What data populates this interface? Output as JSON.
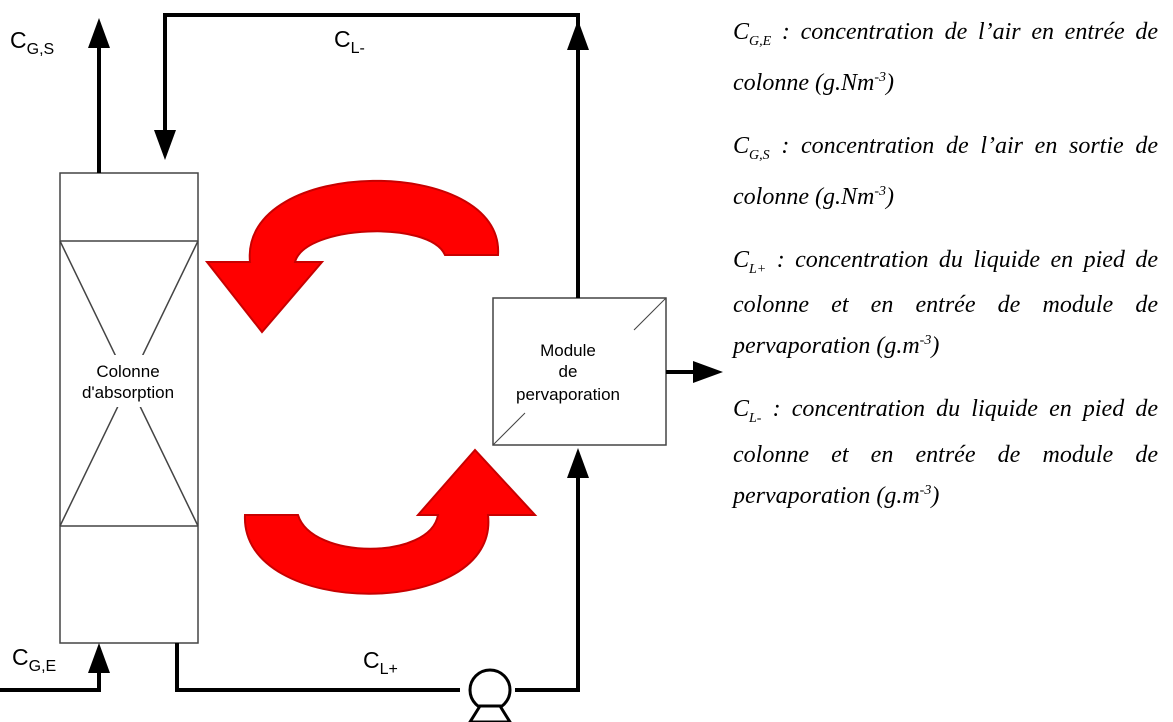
{
  "labels": {
    "cgs": {
      "main": "C",
      "sub": "G,S"
    },
    "cl_minus": {
      "main": "C",
      "sub": "L-"
    },
    "cge": {
      "main": "C",
      "sub": "G,E"
    },
    "cl_plus": {
      "main": "C",
      "sub": "L+"
    }
  },
  "column": {
    "line1": "Colonne",
    "line2": "d'absorption"
  },
  "module": {
    "line1": "Module",
    "line2": "de",
    "line3": "pervaporation"
  },
  "legend": [
    {
      "sym": "C",
      "sub": "G,E",
      "sep": " : ",
      "text": "concentration de l’air en entrée de colonne (g.Nm",
      "sup": "-3",
      "tail": ")"
    },
    {
      "sym": "C",
      "sub": "G,S",
      "sep": " : ",
      "text": "concentration de l’air en sortie de colonne (g.Nm",
      "sup": "-3",
      "tail": ")"
    },
    {
      "sym": "C",
      "sub": "L+",
      "sep": " : ",
      "text": "concentration du liquide en pied de colonne et en entrée de module de pervaporation (g.m",
      "sup": "-3",
      "tail": ")"
    },
    {
      "sym": "C",
      "sub": "L-",
      "sep": " : ",
      "text": "concentration du liquide en pied de colonne et en entrée de module de pervaporation (g.m",
      "sup": "-3",
      "tail": ")"
    }
  ],
  "colors": {
    "line": "#000000",
    "cycle_arrow": "#ff0000",
    "cycle_outline": "#c80000"
  }
}
